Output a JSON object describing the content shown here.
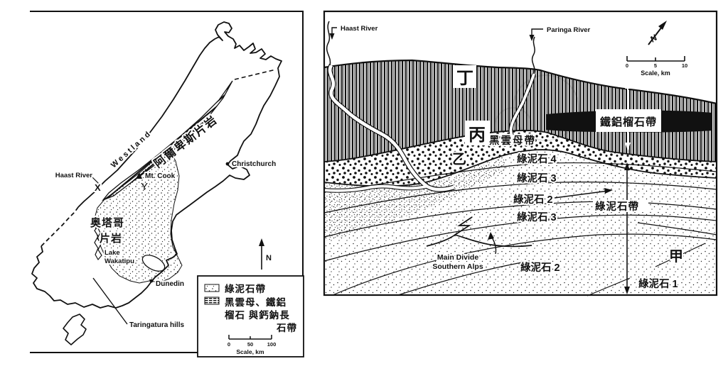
{
  "colors": {
    "ink": "#111111",
    "paper": "#ffffff"
  },
  "left_map": {
    "region_labels": {
      "westland": "Westland",
      "alpine_schist": "阿爾卑斯片岩",
      "otago_schist_l1": "奥塔哥",
      "otago_schist_l2": "片岩"
    },
    "place_labels": {
      "haast_river": "Haast River",
      "mt_cook": "Mt. Cook",
      "christchurch": "Christchurch",
      "lake_l1": "Lake",
      "lake_l2": "Wakatipu",
      "dunedin": "Dunedin",
      "taringatura": "Taringatura hills"
    },
    "markers": {
      "x": "X",
      "y": "Y",
      "north": "N"
    },
    "legend": {
      "chlorite_zone": "綠泥石帶",
      "biotite_l1": "黑雲母、鐵鋁",
      "biotite_l2": "榴石 與鈣鈉長",
      "biotite_l3": "石帶",
      "scale_0": "0",
      "scale_50": "50",
      "scale_100": "100",
      "scale_label": "Scale, km"
    }
  },
  "right_map": {
    "rivers": {
      "haast": "Haast River",
      "paringa": "Paringa River"
    },
    "north": "N",
    "scale": {
      "t0": "0",
      "t5": "5",
      "t10": "10",
      "label": "Scale, km"
    },
    "zones": {
      "ding": "丁",
      "bing": "丙",
      "yi": "乙",
      "jia": "甲",
      "biotite": "黑雲母帶",
      "garnet": "鐵鋁榴石帶",
      "chlorite_zone": "綠泥石帶",
      "chl4": "綠泥石 4",
      "chl3_upper": "綠泥石 3",
      "chl2_upper": "綠泥石 2",
      "chl3_lower": "綠泥石 3",
      "chl2_lower": "綠泥石 2",
      "chl1": "綠泥石 1"
    },
    "annotations": {
      "main_divide_l1": "Main Divide",
      "main_divide_l2": "Southern Alps"
    }
  }
}
